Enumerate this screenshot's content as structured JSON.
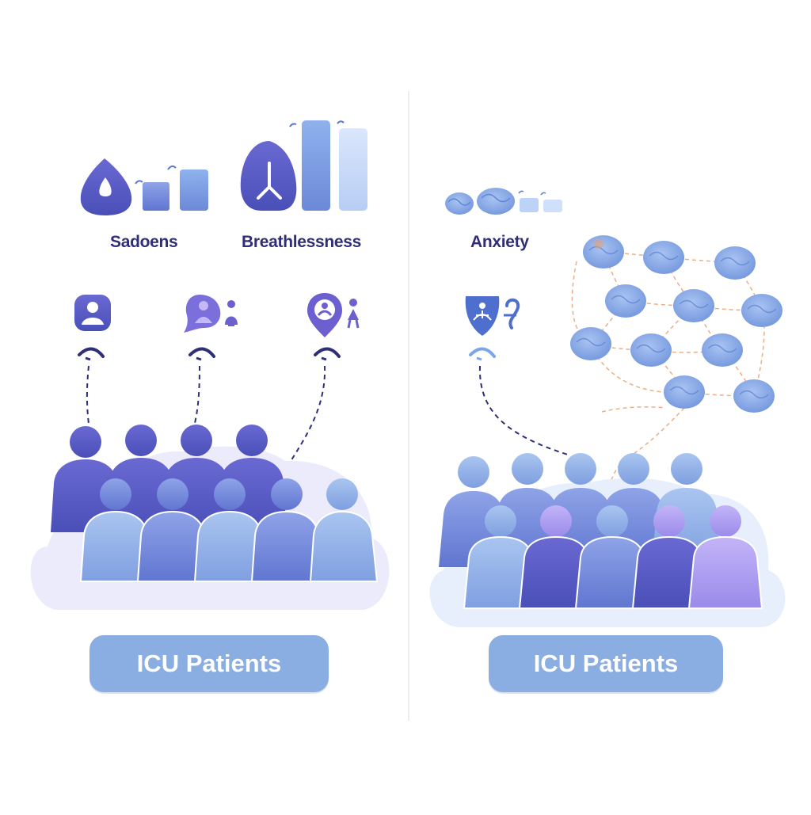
{
  "left_panel": {
    "labels": [
      "Sadoens",
      "Breathlessness"
    ],
    "group_button": "ICU Patients"
  },
  "right_panel": {
    "labels": [
      "Anxiety"
    ],
    "group_button": "ICU Patients"
  },
  "icons": {
    "left_symptoms": [
      "droplet-icon",
      "small-bar-chart-icon",
      "lungs-icon",
      "tall-bar-chart-icon"
    ],
    "left_markers": [
      "person-shield-icon",
      "person-speech-icon",
      "person-location-pin-icon"
    ],
    "right_symptoms": [
      "brain-row-icon"
    ],
    "right_markers": [
      "meditation-shield-icon"
    ],
    "network": "brain-network-icon"
  },
  "colors": {
    "dark_purple": "#5a56c4",
    "mid_blue": "#6f8fdc",
    "light_blue": "#9bbcec",
    "lavender": "#a79cf0",
    "label_text": "#2f2e78",
    "button_fill": "#8aaee2",
    "dashed_link": "#e8a070"
  }
}
